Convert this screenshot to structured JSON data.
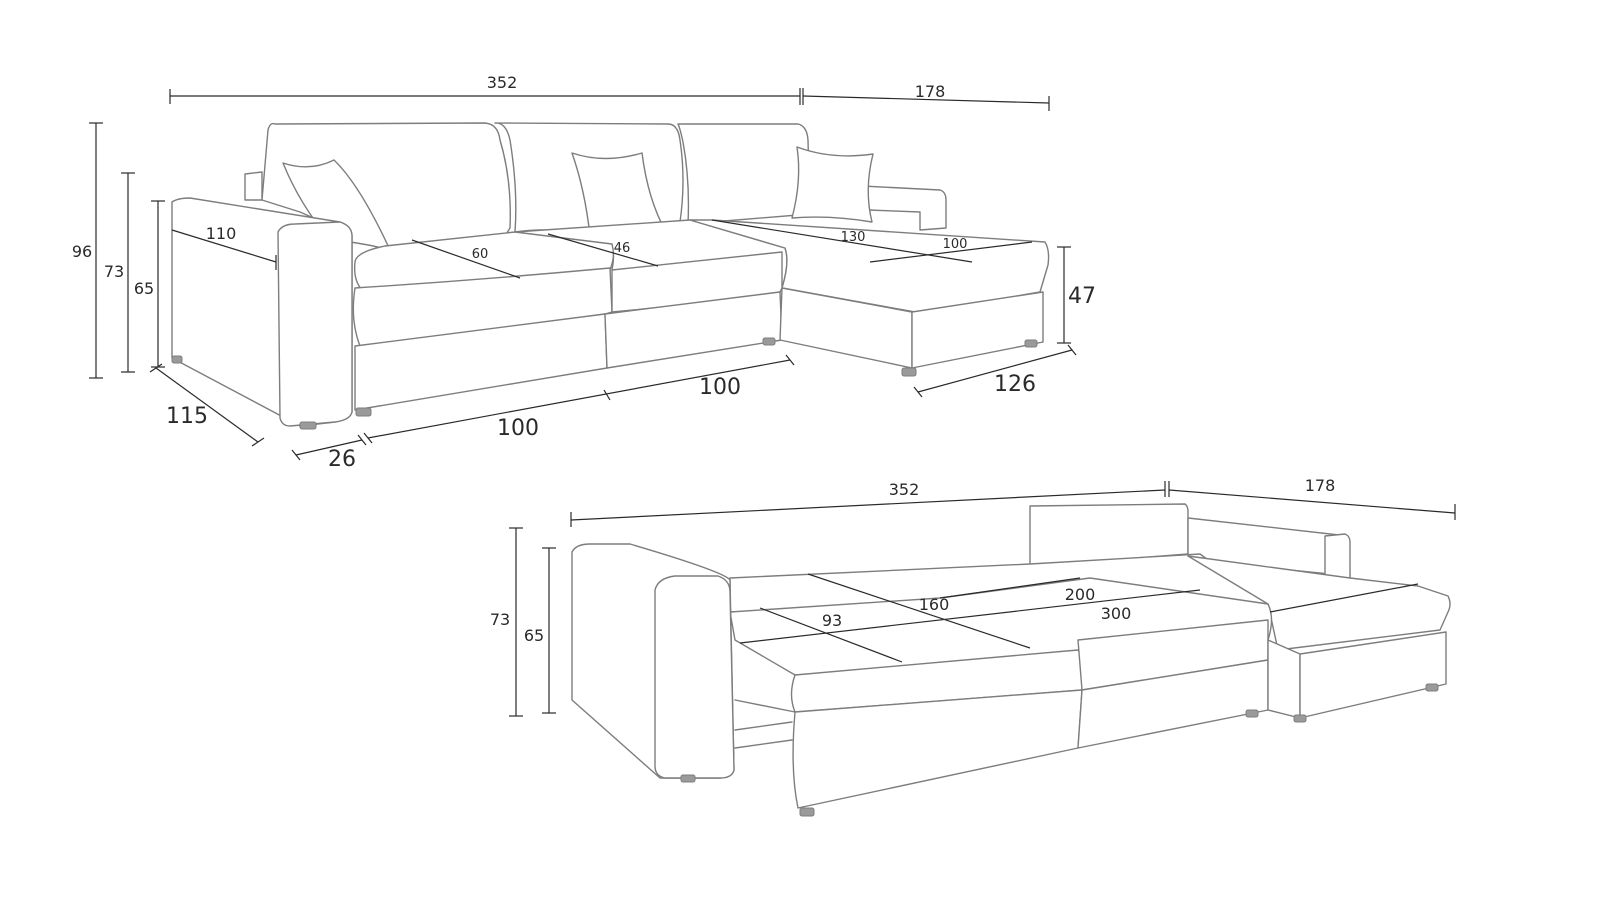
{
  "closed": {
    "total_width": "352",
    "chaise_width": "178",
    "height_total": "96",
    "height_back": "73",
    "height_arm": "65",
    "arm_depth": "110",
    "seat_depth_a": "60",
    "seat_depth_b": "46",
    "chaise_seat_length": "130",
    "chaise_seat_width": "100",
    "seat_height": "47",
    "depth": "115",
    "arm_width": "26",
    "seat_module_1": "100",
    "seat_module_2": "100",
    "chaise_depth": "126"
  },
  "open": {
    "total_width": "352",
    "chaise_width": "178",
    "height_back": "73",
    "height_arm": "65",
    "bed_depth_a": "93",
    "bed_depth_b": "160",
    "bed_length_a": "200",
    "bed_length_b": "300"
  }
}
